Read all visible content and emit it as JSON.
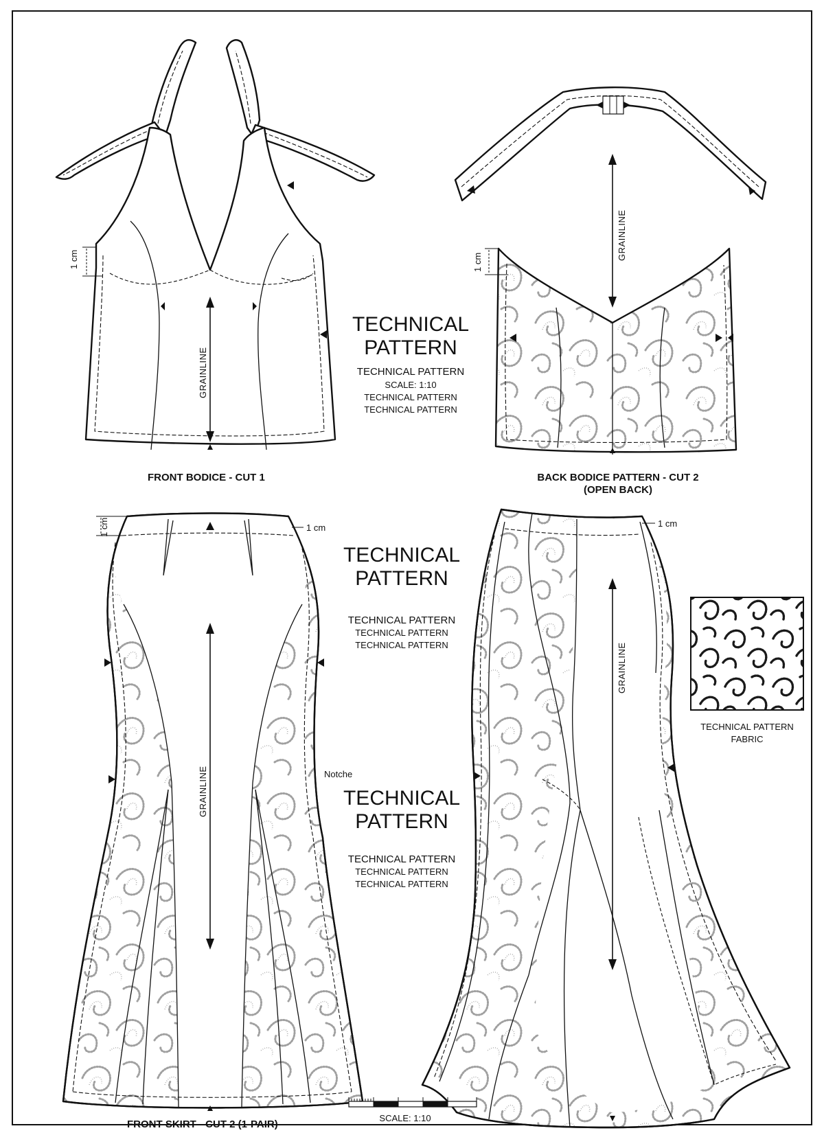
{
  "labels": {
    "front_bodice": "FRONT BODICE - CUT 1",
    "back_bodice_1": "BACK BODICE PATTERN - CUT 2",
    "back_bodice_2": "(OPEN BACK)",
    "front_skirt": "FRONT SKIRT - CUT 2 (1-PAIR)",
    "scale_bar": "SCALE: 1:10",
    "fabric_1": "TECHNICAL PATTERN",
    "fabric_2": "FABRIC",
    "grainline": "GRAINLINE",
    "notche": "Notche",
    "seam_allowance": "1 cm"
  },
  "title_block_1": {
    "title_1": "TECHNICAL",
    "title_2": "PATTERN",
    "line_1": "TECHNICAL PATTERN",
    "line_2": "SCALE: 1:10",
    "line_3": "TECHNICAL PATTERN",
    "line_4": "TECHNICAL PATTERN"
  },
  "title_block_2": {
    "title_1": "TECHNICAL",
    "title_2": "PATTERN",
    "line_1": "TECHNICAL PATTERN",
    "line_2": "TECHNICAL PATTERN",
    "line_3": "TECHNICAL PATTERN"
  },
  "title_block_3": {
    "title_1": "TECHNICAL",
    "title_2": "PATTERN",
    "line_1": "TECHNICAL PATTERN",
    "line_2": "TECHNICAL PATTERN",
    "line_3": "TECHNICAL PATTERN"
  },
  "colors": {
    "ink": "#111111",
    "paper": "#ffffff",
    "lace": "#9a9a9a"
  }
}
